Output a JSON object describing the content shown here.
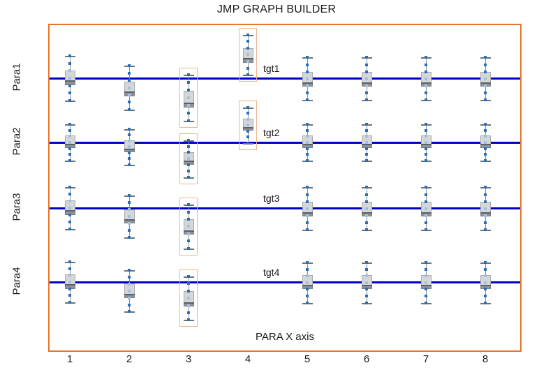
{
  "chart_title": "JMP GRAPH BUILDER",
  "axes": {
    "xlabel": "PARA X axis",
    "xticks": [
      "1",
      "2",
      "3",
      "4",
      "5",
      "6",
      "7",
      "8"
    ],
    "ylabels": [
      "Para1",
      "Para2",
      "Para3",
      "Para4"
    ]
  },
  "targets": {
    "labels": [
      "tgt1",
      "tgt2",
      "tgt3",
      "tgt4"
    ],
    "color": "#0000cc"
  },
  "colors": {
    "frame": "#e8762c",
    "target_line": "#0000cc",
    "highlight": "#f0b48a",
    "box_fill": "#d4d6d8",
    "box_dark": "#8c9096",
    "whisker": "#8a8f96",
    "point": "#2a6fb5",
    "text": "#1a1a1a"
  },
  "chart_data": {
    "type": "box",
    "title": "JMP GRAPH BUILDER",
    "xlabel": "PARA X axis",
    "ylabel": "",
    "grid": false,
    "legend": "none",
    "categories": [
      "1",
      "2",
      "3",
      "4",
      "5",
      "6",
      "7",
      "8"
    ],
    "panels": [
      {
        "name": "Para1",
        "target_label": "tgt1",
        "target_value": 0,
        "boxes": [
          {
            "x": "1",
            "min": -40,
            "q1": -12,
            "median": -4,
            "q3": 14,
            "max": 40,
            "center_offset": 0,
            "highlighted": false
          },
          {
            "x": "2",
            "min": -46,
            "q1": -22,
            "median": -14,
            "q3": 4,
            "max": 32,
            "center_offset": -10,
            "highlighted": false
          },
          {
            "x": "3",
            "min": -58,
            "q1": -34,
            "median": -26,
            "q3": -4,
            "max": 24,
            "center_offset": -18,
            "highlighted": true
          },
          {
            "x": "4",
            "min": -14,
            "q1": 8,
            "median": 16,
            "q3": 34,
            "max": 58,
            "center_offset": 20,
            "highlighted": true
          },
          {
            "x": "5",
            "min": -38,
            "q1": -14,
            "median": -6,
            "q3": 12,
            "max": 38,
            "center_offset": -1,
            "highlighted": false
          },
          {
            "x": "6",
            "min": -38,
            "q1": -14,
            "median": -6,
            "q3": 12,
            "max": 38,
            "center_offset": -1,
            "highlighted": false
          },
          {
            "x": "7",
            "min": -38,
            "q1": -14,
            "median": -6,
            "q3": 12,
            "max": 38,
            "center_offset": -1,
            "highlighted": false
          },
          {
            "x": "8",
            "min": -38,
            "q1": -14,
            "median": -6,
            "q3": 12,
            "max": 38,
            "center_offset": -1,
            "highlighted": false
          }
        ]
      },
      {
        "name": "Para2",
        "target_label": "tgt2",
        "target_value": 0,
        "boxes": [
          {
            "x": "1",
            "min": -32,
            "q1": -10,
            "median": -3,
            "q3": 12,
            "max": 32,
            "center_offset": 0,
            "highlighted": false
          },
          {
            "x": "2",
            "min": -36,
            "q1": -14,
            "median": -7,
            "q3": 8,
            "max": 28,
            "center_offset": -4,
            "highlighted": false
          },
          {
            "x": "3",
            "min": -48,
            "q1": -26,
            "median": -19,
            "q3": -4,
            "max": 18,
            "center_offset": -14,
            "highlighted": true
          },
          {
            "x": "4",
            "min": -16,
            "q1": 6,
            "median": 13,
            "q3": 28,
            "max": 48,
            "center_offset": 15,
            "highlighted": true
          },
          {
            "x": "5",
            "min": -32,
            "q1": -10,
            "median": -3,
            "q3": 12,
            "max": 32,
            "center_offset": 0,
            "highlighted": false
          },
          {
            "x": "6",
            "min": -32,
            "q1": -10,
            "median": -3,
            "q3": 12,
            "max": 32,
            "center_offset": 0,
            "highlighted": false
          },
          {
            "x": "7",
            "min": -32,
            "q1": -10,
            "median": -3,
            "q3": 12,
            "max": 32,
            "center_offset": 0,
            "highlighted": false
          },
          {
            "x": "8",
            "min": -32,
            "q1": -10,
            "median": -3,
            "q3": 12,
            "max": 32,
            "center_offset": 0,
            "highlighted": false
          }
        ]
      },
      {
        "name": "Para3",
        "target_label": "tgt3",
        "target_value": 0,
        "boxes": [
          {
            "x": "1",
            "min": -38,
            "q1": -12,
            "median": -4,
            "q3": 14,
            "max": 38,
            "center_offset": 0,
            "highlighted": false
          },
          {
            "x": "2",
            "min": -44,
            "q1": -20,
            "median": -12,
            "q3": 6,
            "max": 30,
            "center_offset": -8,
            "highlighted": false
          },
          {
            "x": "3",
            "min": -56,
            "q1": -32,
            "median": -24,
            "q3": -4,
            "max": 22,
            "center_offset": -16,
            "highlighted": true
          },
          {
            "x": "5",
            "min": -38,
            "q1": -14,
            "median": -6,
            "q3": 12,
            "max": 38,
            "center_offset": -1,
            "highlighted": false
          },
          {
            "x": "6",
            "min": -38,
            "q1": -14,
            "median": -6,
            "q3": 12,
            "max": 38,
            "center_offset": -1,
            "highlighted": false
          },
          {
            "x": "7",
            "min": -38,
            "q1": -14,
            "median": -6,
            "q3": 12,
            "max": 38,
            "center_offset": -1,
            "highlighted": false
          },
          {
            "x": "8",
            "min": -38,
            "q1": -14,
            "median": -6,
            "q3": 12,
            "max": 38,
            "center_offset": -1,
            "highlighted": false
          }
        ]
      },
      {
        "name": "Para4",
        "target_label": "tgt4",
        "target_value": 0,
        "boxes": [
          {
            "x": "1",
            "min": -36,
            "q1": -12,
            "median": -4,
            "q3": 14,
            "max": 36,
            "center_offset": 0,
            "highlighted": false
          },
          {
            "x": "2",
            "min": -44,
            "q1": -20,
            "median": -12,
            "q3": 6,
            "max": 30,
            "center_offset": -9,
            "highlighted": false
          },
          {
            "x": "3",
            "min": -54,
            "q1": -30,
            "median": -22,
            "q3": -2,
            "max": 24,
            "center_offset": -14,
            "highlighted": true
          },
          {
            "x": "5",
            "min": -36,
            "q1": -12,
            "median": -4,
            "q3": 14,
            "max": 36,
            "center_offset": -1,
            "highlighted": false
          },
          {
            "x": "6",
            "min": -36,
            "q1": -12,
            "median": -4,
            "q3": 14,
            "max": 36,
            "center_offset": -1,
            "highlighted": false
          },
          {
            "x": "7",
            "min": -36,
            "q1": -12,
            "median": -4,
            "q3": 14,
            "max": 36,
            "center_offset": -1,
            "highlighted": false
          },
          {
            "x": "8",
            "min": -36,
            "q1": -12,
            "median": -4,
            "q3": 14,
            "max": 36,
            "center_offset": -1,
            "highlighted": false
          }
        ]
      }
    ]
  }
}
